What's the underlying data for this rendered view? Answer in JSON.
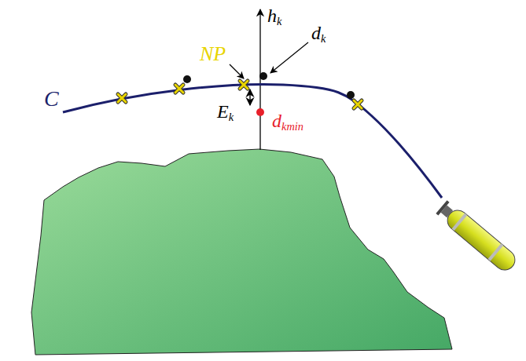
{
  "diagram": {
    "labels": [
      "C",
      "NP",
      "hk",
      "dk",
      "Ek",
      "dkmin"
    ]
  }
}
